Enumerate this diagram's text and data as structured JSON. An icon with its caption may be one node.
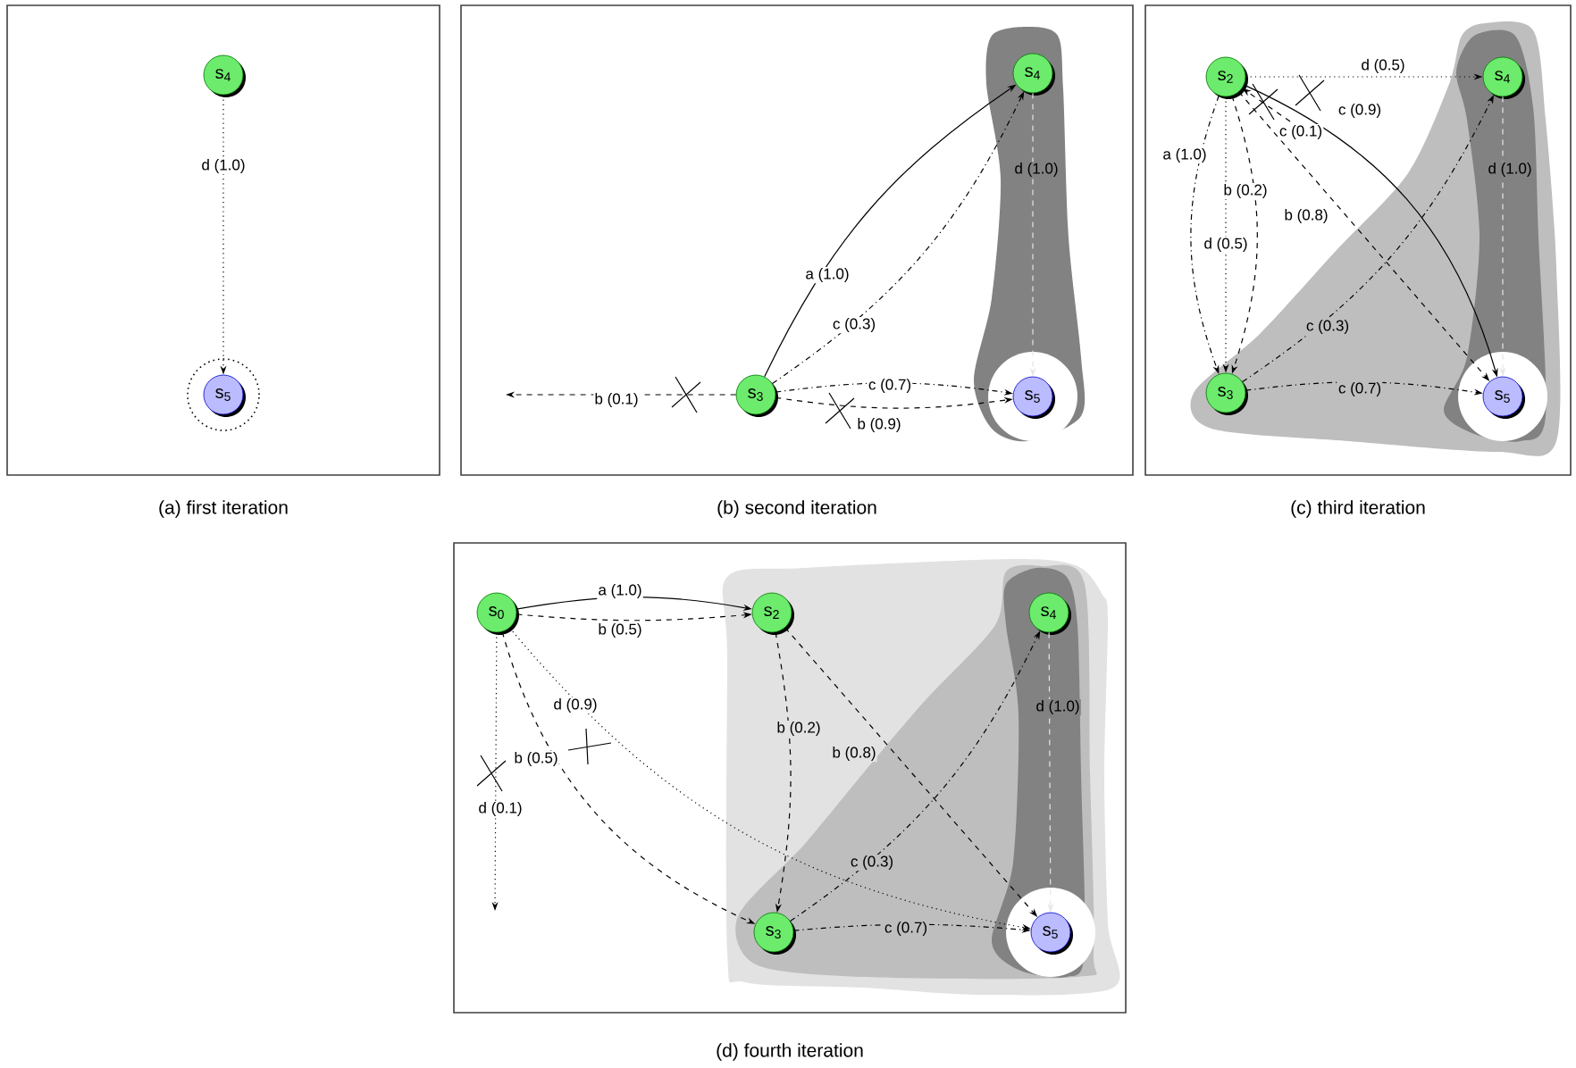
{
  "diagram": {
    "nodes": [
      {
        "text": [
          "(a) first iteration"
        ]
      },
      {
        "text": [
          "s$_{4}$"
        ],
        "in": 0
      },
      {
        "text": [
          "s$_{5}$"
        ],
        "in": 0
      },
      {
        "text": [
          "(b) second iteration"
        ]
      },
      {
        "text": [
          "s$_{4}$"
        ],
        "in": 3
      },
      {
        "text": [
          "s$_{3}$"
        ],
        "in": 3
      },
      {
        "text": [
          "s$_{5}$"
        ],
        "in": 3
      },
      {
        "text": [
          "(c) third iteration"
        ]
      },
      {
        "text": [
          "s$_{2}$"
        ],
        "in": 7
      },
      {
        "text": [
          "s$_{4}$"
        ],
        "in": 7
      },
      {
        "text": [
          "s$_{3}$"
        ],
        "in": 7
      },
      {
        "text": [
          "s$_{5}$"
        ],
        "in": 7
      },
      {
        "text": [
          "(d) fourth iteration"
        ]
      },
      {
        "text": [
          "s$_{0}$"
        ],
        "in": 12
      },
      {
        "text": [
          "s$_{2}$"
        ],
        "in": 12
      },
      {
        "text": [
          "s$_{4}$"
        ],
        "in": 12
      },
      {
        "text": [
          "s$_{3}$"
        ],
        "in": 12
      },
      {
        "text": [
          "s$_{5}$"
        ],
        "in": 12
      }
    ],
    "edges": [
      {
        "from": 1,
        "to": 2,
        "arrow": "to",
        "label": "d (1.0)",
        "style": "dashed"
      },
      {
        "from": 5,
        "to": 4,
        "arrow": "to",
        "label": "a (1.0)"
      },
      {
        "from": 5,
        "to": 4,
        "arrow": "to",
        "label": "c (0.3)",
        "style": "dashed"
      },
      {
        "from": 5,
        "to": 6,
        "arrow": "to",
        "label": "c (0.7)",
        "style": "dashed"
      },
      {
        "from": 5,
        "to": 6,
        "arrow": "to",
        "label": "b (0.9)",
        "style": "dashed"
      },
      {
        "from": 5,
        "to": null,
        "arrow": "to",
        "label": "b (0.1)",
        "style": "dashed"
      },
      {
        "from": 4,
        "to": 6,
        "arrow": "to",
        "label": "d (1.0)",
        "style": "dashed",
        "color": "#e6e6e6"
      },
      {
        "from": 8,
        "to": 9,
        "arrow": "to",
        "label": "d (0.5)",
        "style": "dashed"
      },
      {
        "from": 8,
        "to": 11,
        "arrow": "to",
        "label": "c (0.9)"
      },
      {
        "from": null,
        "to": 8,
        "arrow": "to",
        "label": "c (0.1)",
        "style": "dashed"
      },
      {
        "from": 8,
        "to": 10,
        "arrow": "to",
        "label": "a (1.0)",
        "style": "dashed"
      },
      {
        "from": 8,
        "to": 10,
        "arrow": "to",
        "label": "d (0.5)",
        "style": "dashed"
      },
      {
        "from": 8,
        "to": 10,
        "arrow": "to",
        "label": "b (0.2)",
        "style": "dashed"
      },
      {
        "from": 8,
        "to": 11,
        "arrow": "to",
        "label": "b (0.8)",
        "style": "dashed"
      },
      {
        "from": 10,
        "to": 9,
        "arrow": "to",
        "label": "c (0.3)",
        "style": "dashed"
      },
      {
        "from": 10,
        "to": 11,
        "arrow": "to",
        "label": "c (0.7)",
        "style": "dashed"
      },
      {
        "from": 9,
        "to": 11,
        "arrow": "to",
        "label": "d (1.0)",
        "style": "dashed",
        "color": "#e6e6e6"
      },
      {
        "from": 13,
        "to": 14,
        "arrow": "to",
        "label": "a (1.0)"
      },
      {
        "from": 13,
        "to": 14,
        "arrow": "to",
        "label": "b (0.5)",
        "style": "dashed"
      },
      {
        "from": 13,
        "to": 16,
        "arrow": "to",
        "label": "b (0.5)",
        "style": "dashed"
      },
      {
        "from": 13,
        "to": 17,
        "arrow": "to",
        "label": "d (0.9)",
        "style": "dashed"
      },
      {
        "from": 13,
        "to": null,
        "arrow": "to",
        "label": "d (0.1)",
        "style": "dashed"
      },
      {
        "from": 14,
        "to": 16,
        "arrow": "to",
        "label": "b (0.2)",
        "style": "dashed"
      },
      {
        "from": 14,
        "to": 17,
        "arrow": "to",
        "label": "b (0.8)",
        "style": "dashed"
      },
      {
        "from": 16,
        "to": 15,
        "arrow": "to",
        "label": "c (0.3)",
        "style": "dashed"
      },
      {
        "from": 16,
        "to": 17,
        "arrow": "to",
        "label": "c (0.7)",
        "style": "dashed"
      },
      {
        "from": 15,
        "to": 17,
        "arrow": "to",
        "label": "d (1.0)",
        "style": "dashed",
        "color": "#e6e6e6"
      }
    ]
  }
}
